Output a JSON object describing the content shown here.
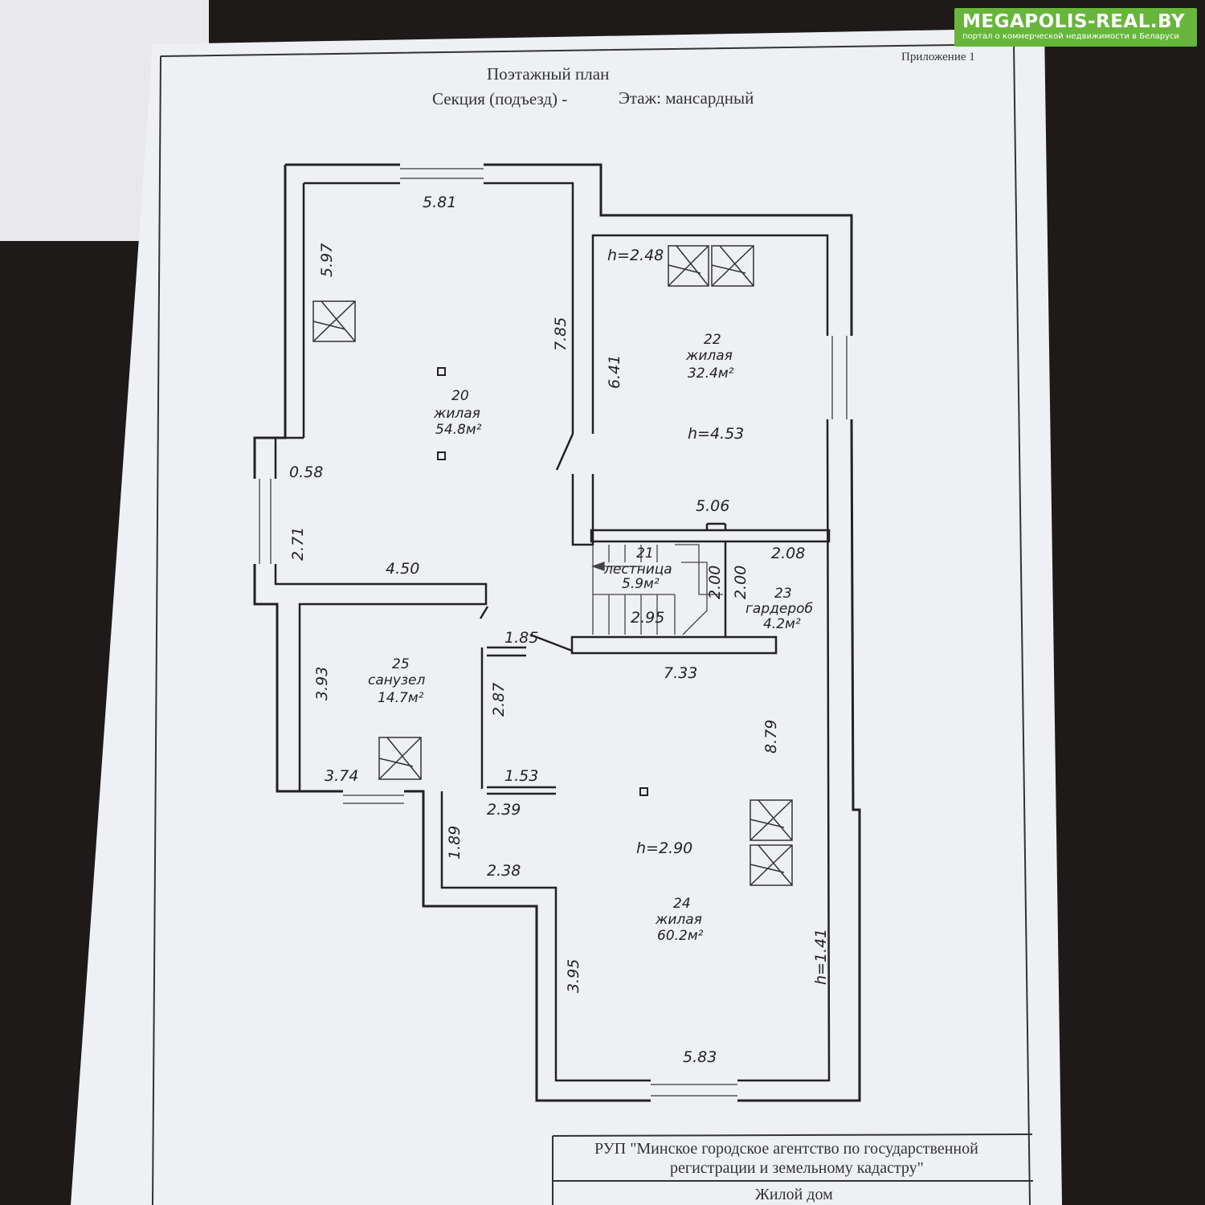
{
  "watermark": {
    "brand": "MEGAPOLIS-REAL.BY",
    "tagline": "портал о коммерческой недвижимости в Беларуси"
  },
  "header": {
    "appendix": "Приложение 1",
    "title": "Поэтажный план",
    "section": "Секция (подъезд) -",
    "floor": "Этаж: мансардный"
  },
  "rooms": [
    {
      "id": "room-20",
      "number": "20",
      "type": "жилая",
      "area": "54.8м²"
    },
    {
      "id": "room-22",
      "number": "22",
      "type": "жилая",
      "area": "32.4м²"
    },
    {
      "id": "room-21",
      "number": "21",
      "type": "лестница",
      "area": "5.9м²"
    },
    {
      "id": "room-23",
      "number": "23",
      "type": "гардероб",
      "area": "4.2м²"
    },
    {
      "id": "room-25",
      "number": "25",
      "type": "санузел",
      "area": "14.7м²"
    },
    {
      "id": "room-24",
      "number": "24",
      "type": "жилая",
      "area": "60.2м²"
    }
  ],
  "heights": {
    "h1": "h=2.48",
    "h2": "h=4.53",
    "h3": "h=2.90",
    "h4": "h=1.41"
  },
  "dimensions": {
    "d_581": "5.81",
    "d_597": "5.97",
    "d_785": "7.85",
    "d_641": "6.41",
    "d_058": "0.58",
    "d_271": "2.71",
    "d_450": "4.50",
    "d_506": "5.06",
    "d_208": "2.08",
    "d_200a": "2.00",
    "d_200b": "2.00",
    "d_295": "2.95",
    "d_185": "1.85",
    "d_733": "7.33",
    "d_393": "3.93",
    "d_287": "2.87",
    "d_879": "8.79",
    "d_374": "3.74",
    "d_153": "1.53",
    "d_239": "2.39",
    "d_189": "1.89",
    "d_238": "2.38",
    "d_395": "3.95",
    "d_583": "5.83"
  },
  "footer": {
    "org_line1": "РУП \"Минское городское агентство по государственной",
    "org_line2": "регистрации и земельному кадастру\"",
    "building": "Жилой дом"
  }
}
